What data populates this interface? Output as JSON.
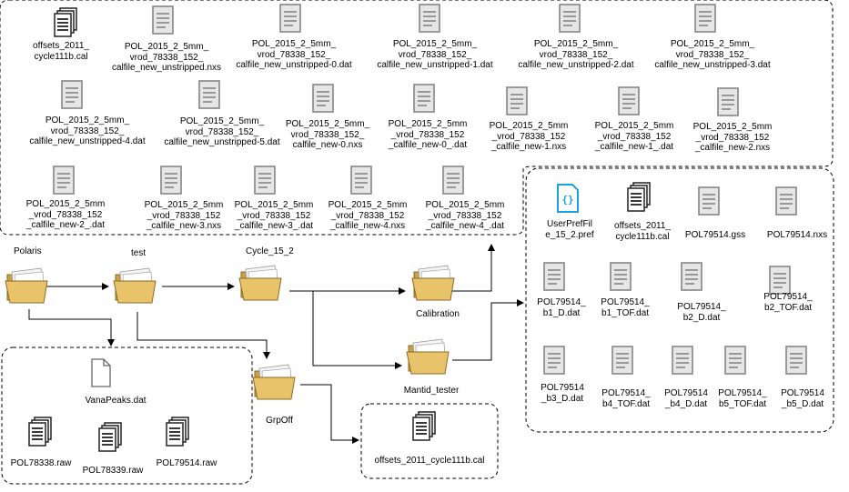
{
  "icon_legend": {
    "document": "document-icon",
    "stack": "document-stack-icon",
    "blank": "blank-file-icon",
    "json": "json-file-icon",
    "folder": "folder-icon"
  },
  "colors": {
    "document_fill": "#e6e6e6",
    "document_stroke": "#7f7f7f",
    "folder_fill": "#e8c36a",
    "json_accent": "#1ba1e2",
    "line": "#000000"
  },
  "folders": {
    "polaris": "Polaris",
    "test": "test",
    "cycle": "Cycle_15_2",
    "calibration": "Calibration",
    "mantid_tester": "Mantid_tester",
    "grpoff": "GrpOff"
  },
  "groups": {
    "top": [
      "offsets_2011_\ncycle111b.cal",
      "POL_2015_2_5mm_\nvrod_78338_152_\ncalfile_new_unstripped.nxs",
      "POL_2015_2_5mm_\nvrod_78338_152_\ncalfile_new_unstripped-0.dat",
      "POL_2015_2_5mm_\nvrod_78338_152_\ncalfile_new_unstripped-1.dat",
      "POL_2015_2_5mm_\nvrod_78338_152_\ncalfile_new_unstripped-2.dat",
      "POL_2015_2_5mm_\nvrod_78338_152_\ncalfile_new_unstripped-3.dat",
      "POL_2015_2_5mm_\nvrod_78338_152_\ncalfile_new_unstripped-4.dat",
      "POL_2015_2_5mm_\nvrod_78338_152_\ncalfile_new_unstripped-5.dat",
      "POL_2015_2_5mm_\nvrod_78338_152_\ncalfile_new-0.nxs",
      "POL_2015_2_5mm\n_vrod_78338_152\n_calfile_new-0_.dat",
      "POL_2015_2_5mm\n_vrod_78338_152\n_calfile_new-1.nxs",
      "POL_2015_2_5mm\n_vrod_78338_152\n_calfile_new-1_.dat",
      "POL_2015_2_5mm\n_vrod_78338_152\n_calfile_new-2.nxs",
      "POL_2015_2_5mm\n_vrod_78338_152\n_calfile_new-2_.dat",
      "POL_2015_2_5mm\n_vrod_78338_152\n_calfile_new-3.nxs",
      "POL_2015_2_5mm\n_vrod_78338_152\n_calfile_new-3_.dat",
      "POL_2015_2_5mm\n_vrod_78338_152\n_calfile_new-4.nxs",
      "POL_2015_2_5mm\n_vrod_78338_152\n_calfile_new-4_.dat"
    ],
    "polaris": [
      "VanaPeaks.dat",
      "POL78338.raw",
      "POL78339.raw",
      "POL79514.raw"
    ],
    "grpoff": [
      "offsets_2011_cycle111b.cal"
    ],
    "mantid": [
      "UserPrefFil\ne_15_2.pref",
      "offsets_2011_\ncycle111b.cal",
      "POL79514.gss",
      "POL79514.nxs",
      "POL79514_\nb1_D.dat",
      "POL79514_\nb1_TOF.dat",
      "POL79514_\nb2_D.dat",
      "POL79514_\nb2_TOF.dat",
      "POL79514\n_b3_D.dat",
      "POL79514_\nb4_TOF.dat",
      "POL79514\n_b4_D.dat",
      "POL79514_\nb5_TOF.dat",
      "POL79514\n_b5_D.dat"
    ]
  }
}
